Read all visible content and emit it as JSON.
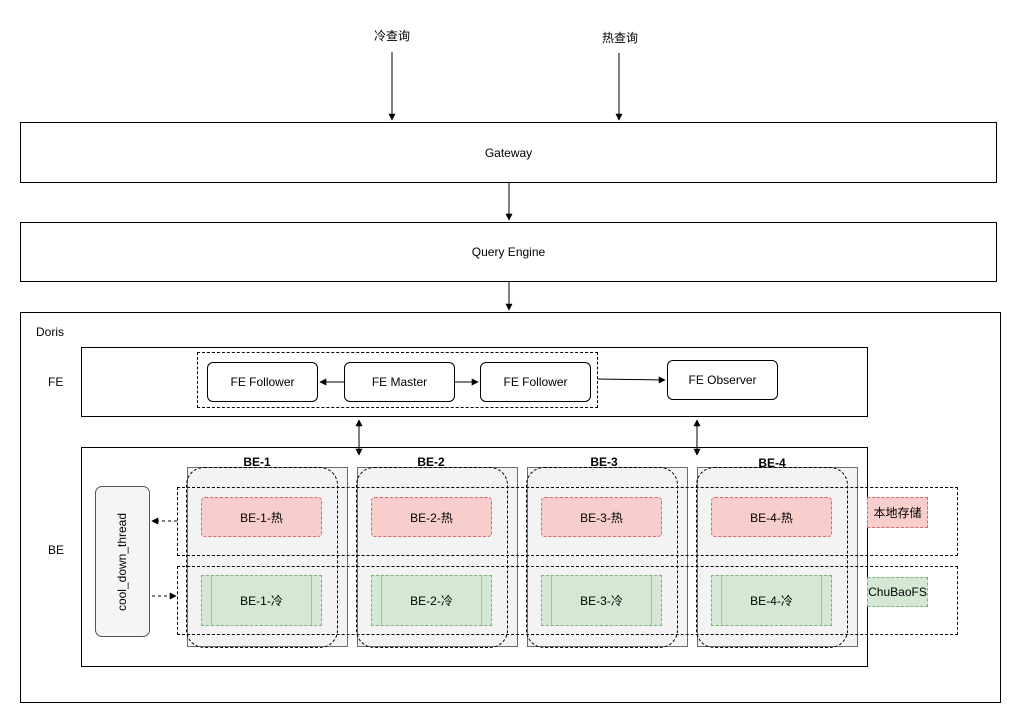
{
  "queries": {
    "cold": "冷查询",
    "hot": "热查询"
  },
  "gateway": "Gateway",
  "query_engine": "Query Engine",
  "doris": {
    "label": "Doris",
    "fe": {
      "label": "FE",
      "follower_left": "FE Follower",
      "master": "FE Master",
      "follower_right": "FE Follower",
      "observer": "FE Observer"
    },
    "be": {
      "label": "BE",
      "cool_down_thread": "cool_down_thread",
      "nodes": [
        {
          "title": "BE-1",
          "hot": "BE-1-热",
          "cold": "BE-1-冷"
        },
        {
          "title": "BE-2",
          "hot": "BE-2-热",
          "cold": "BE-2-冷"
        },
        {
          "title": "BE-3",
          "hot": "BE-3-热",
          "cold": "BE-3-冷"
        },
        {
          "title": "BE-4",
          "hot": "BE-4-热",
          "cold": "BE-4-冷"
        }
      ],
      "legend": {
        "local_storage": "本地存储",
        "remote_storage": "ChuBaoFS"
      }
    }
  },
  "colors": {
    "hot_fill": "#f8cecc",
    "cold_fill": "#d5e8d4",
    "be_column_fill": "#f3f3f3"
  }
}
